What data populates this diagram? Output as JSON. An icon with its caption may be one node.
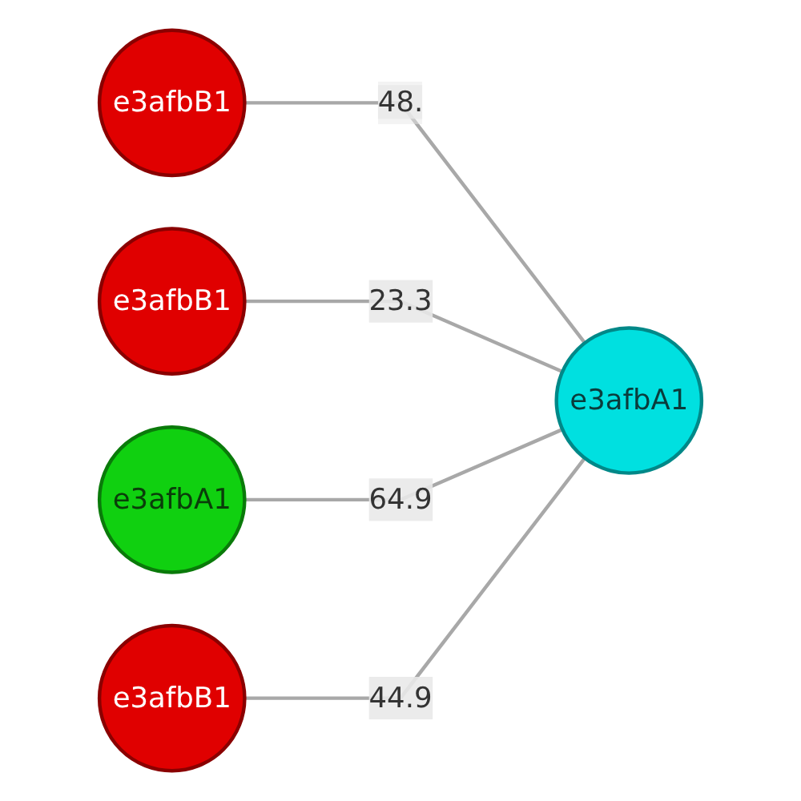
{
  "diagram": {
    "nodes": [
      {
        "text": [
          "e3afbB1"
        ]
      },
      {
        "text": [
          "e3afbB1"
        ]
      },
      {
        "text": [
          "e3afbA1"
        ]
      },
      {
        "text": [
          "e3afbA1"
        ]
      },
      {
        "text": [
          "e3afbB1"
        ]
      }
    ],
    "edges": [
      {
        "from": 0,
        "to": 3,
        "arrow": "none",
        "label": "48."
      },
      {
        "from": 1,
        "to": 3,
        "arrow": "none",
        "label": "23.3"
      },
      {
        "from": 2,
        "to": 3,
        "arrow": "none",
        "label": "64.9"
      },
      {
        "from": 4,
        "to": 3,
        "arrow": "none",
        "label": "44.9"
      }
    ]
  }
}
